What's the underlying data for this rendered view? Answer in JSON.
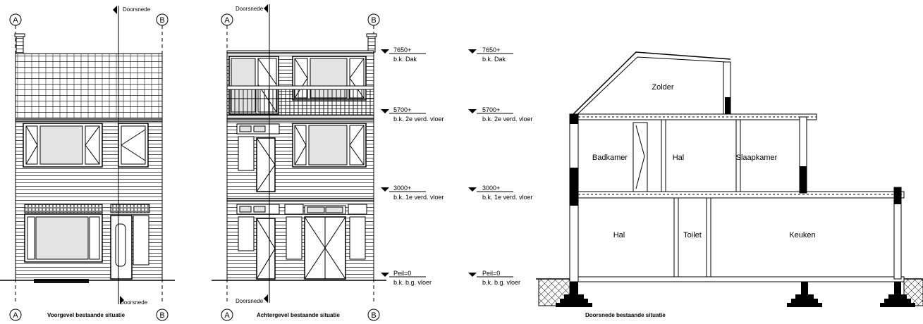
{
  "gridlines": {
    "a": "A",
    "b": "B"
  },
  "section_marker": "Doorsnede",
  "levels": [
    {
      "value": "7650+",
      "desc": "b.k. Dak"
    },
    {
      "value": "5700+",
      "desc": "b.k. 2e verd. vloer"
    },
    {
      "value": "3000+",
      "desc": "b.k. 1e verd. vloer"
    },
    {
      "value": "Peil=0",
      "desc": "b.k. b.g. vloer"
    }
  ],
  "rooms": {
    "zolder": "Zolder",
    "badkamer": "Badkamer",
    "hal_upper": "Hal",
    "slaapkamer": "Slaapkamer",
    "hal_ground": "Hal",
    "toilet": "Toilet",
    "keuken": "Keuken"
  },
  "captions": {
    "front": "Voorgevel bestaande situatie",
    "rear": "Achtergevel bestaande situatie",
    "section": "Doorsnede bestaande situatie"
  }
}
